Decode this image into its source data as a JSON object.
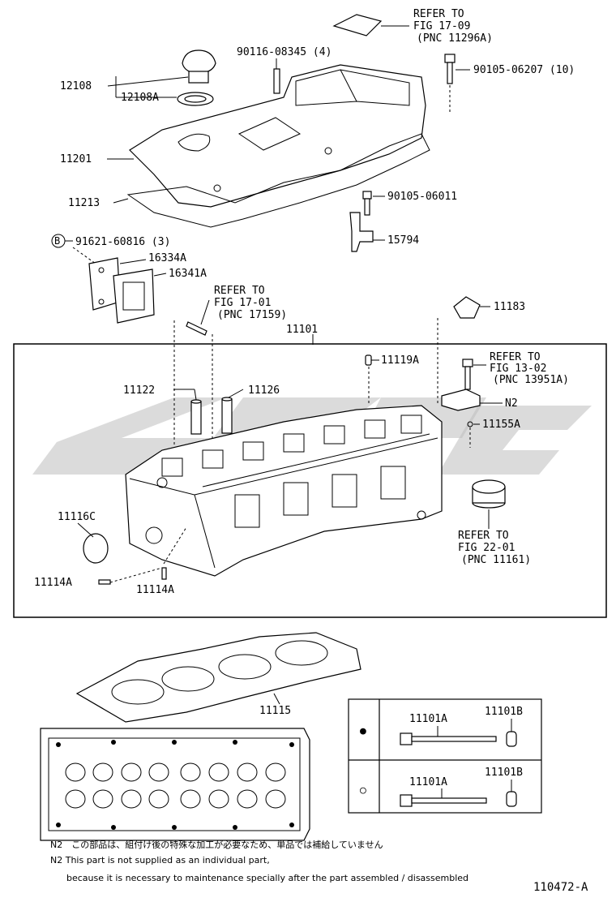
{
  "refs": {
    "fig_17_09": [
      "REFER TO",
      "FIG 17-09",
      "(PNC 11296A)"
    ],
    "fig_17_01": [
      "REFER TO",
      "FIG 17-01",
      "(PNC 17159)"
    ],
    "fig_13_02": [
      "REFER TO",
      "FIG 13-02",
      "(PNC 13951A)"
    ],
    "fig_22_01": [
      "REFER TO",
      "FIG 22-01",
      "(PNC 11161)"
    ]
  },
  "parts": {
    "p90116": "90116-08345 (4)",
    "p90105_10": "90105-06207 (10)",
    "p12108": "12108",
    "p12108A": "12108A",
    "p11201": "11201",
    "p11213": "11213",
    "p90105_06011": "90105-06011",
    "p15794": "15794",
    "circle_b": "B",
    "p91621": "91621-60816 (3)",
    "p16334A": "16334A",
    "p16341A": "16341A",
    "p11183": "11183",
    "p11101": "11101",
    "p11119A": "11119A",
    "p11122": "11122",
    "p11126": "11126",
    "n2": "N2",
    "p11155A": "11155A",
    "p11116C": "11116C",
    "p11114A_1": "11114A",
    "p11114A_2": "11114A",
    "p11115": "11115"
  },
  "bolt_table": {
    "rows": [
      {
        "marker": "●",
        "bolt": "11101A",
        "washer": "11101B"
      },
      {
        "marker": "○",
        "bolt": "11101A",
        "washer": "11101B"
      }
    ]
  },
  "notes": {
    "jp": "N2　この部品は、組付け後の特殊な加工が必要なため、単品では補給していません",
    "en1": "N2  This part is not supplied as an individual part,",
    "en2": "because it is necessary to maintenance specially after the part assembled / disassembled"
  },
  "figure_id": "110472-A"
}
